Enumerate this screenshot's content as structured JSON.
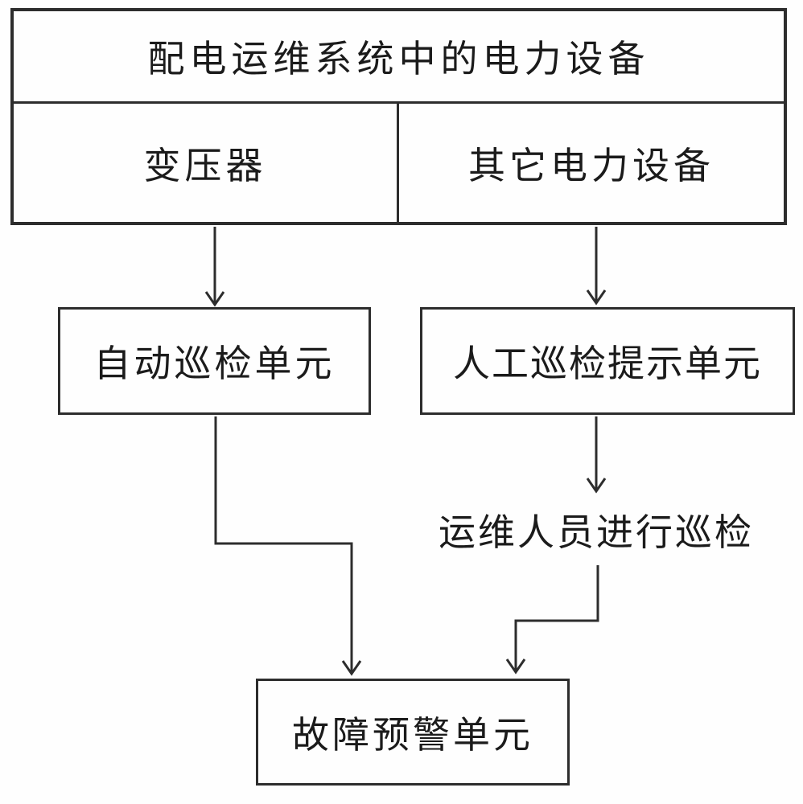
{
  "flow": {
    "header": "配电运维系统中的电力设备",
    "cell_left": "变压器",
    "cell_right": "其它电力设备",
    "box_auto": "自动巡检单元",
    "box_manual": "人工巡检提示单元",
    "label_inspect": "运维人员进行巡检",
    "box_warning": "故障预警单元"
  },
  "colors": {
    "line": "#2d2d2d",
    "text": "#1b1b1b",
    "background": "#fefefe"
  }
}
